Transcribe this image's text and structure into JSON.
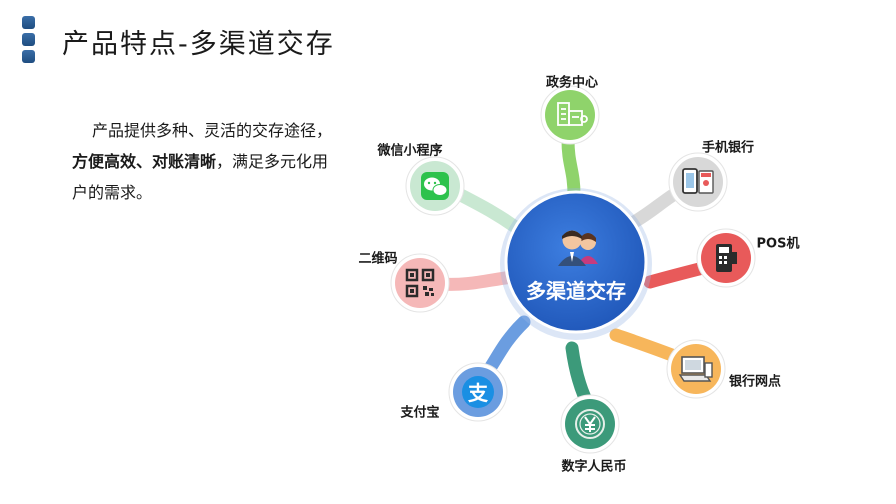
{
  "title": "产品特点-多渠道交存",
  "description": {
    "part1": "产品提供多种、灵活的交存途径，",
    "bold": "方便高效、对账清晰",
    "part2": "，满足多元化用户的需求。"
  },
  "center": {
    "label": "多渠道交存",
    "color": "#2563c9",
    "icon": "users-icon"
  },
  "nodes": [
    {
      "id": "gov",
      "label": "政务中心",
      "color": "#8fd36b",
      "icon": "building-icon"
    },
    {
      "id": "mobile",
      "label": "手机银行",
      "color": "#d8d8d8",
      "icon": "phone-icon"
    },
    {
      "id": "pos",
      "label": "POS机",
      "color": "#e85a5a",
      "icon": "pos-terminal-icon"
    },
    {
      "id": "branch",
      "label": "银行网点",
      "color": "#f7b65b",
      "icon": "computer-icon"
    },
    {
      "id": "ecny",
      "label": "数字人民币",
      "color": "#3c9a7a",
      "icon": "yuan-coin-icon"
    },
    {
      "id": "alipay",
      "label": "支付宝",
      "color": "#6b9de0",
      "icon": "alipay-icon"
    },
    {
      "id": "qrcode",
      "label": "二维码",
      "color": "#f5b8b8",
      "icon": "qr-code-icon"
    },
    {
      "id": "wechat",
      "label": "微信小程序",
      "color": "#c9e8d2",
      "icon": "wechat-icon"
    }
  ]
}
